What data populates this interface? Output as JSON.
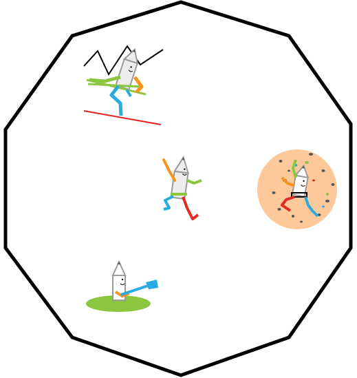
{
  "frame": {
    "shape": "dodecagon",
    "stroke_color": "#000000",
    "fill_color": "#ffffff"
  },
  "figures": [
    {
      "activity": "skiing",
      "icon": "skier-icon"
    },
    {
      "activity": "running",
      "icon": "runner-icon"
    },
    {
      "activity": "rock-climbing",
      "icon": "climber-icon"
    },
    {
      "activity": "kayaking",
      "icon": "kayaker-icon"
    }
  ],
  "colors": {
    "pencil_body": "#dcdcdc",
    "pencil_outline": "#9a9a9a",
    "green": "#8cc63f",
    "orange": "#f7931e",
    "blue": "#29abe2",
    "red": "#e32b24",
    "climbing_wall": "#fdc89a",
    "ski_line": "#e02020",
    "mountain_line": "#000000"
  }
}
